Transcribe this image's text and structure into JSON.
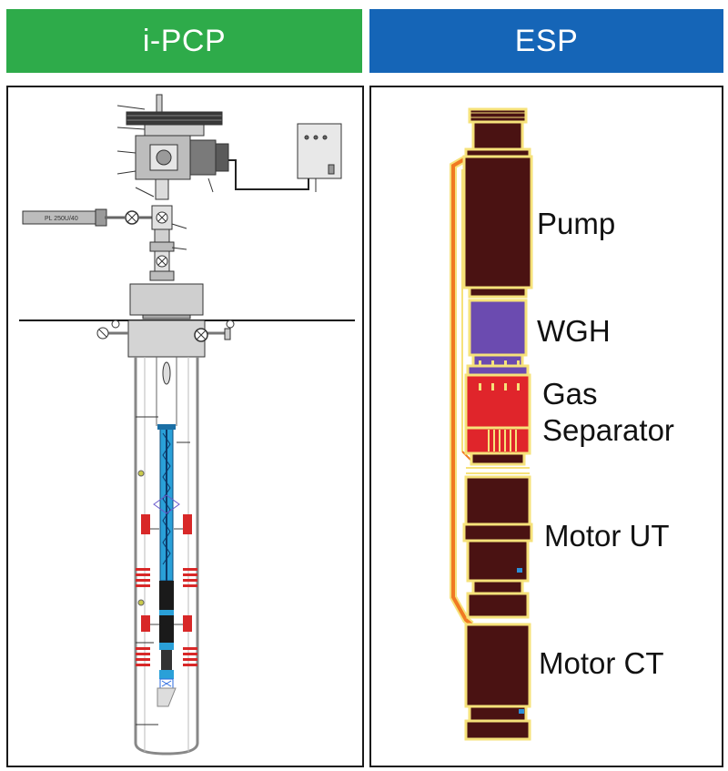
{
  "headers": {
    "left": {
      "label": "i-PCP",
      "color": "#2eab4a"
    },
    "right": {
      "label": "ESP",
      "color": "#1565b7"
    }
  },
  "ipcp": {
    "flowline_text": "PL 250U/40"
  },
  "esp": {
    "labels": {
      "pump": "Pump",
      "wgh": "WGH",
      "gas_separator_line1": "Gas",
      "gas_separator_line2": "Separator",
      "motor_ut": "Motor UT",
      "motor_ct": "Motor CT"
    },
    "colors": {
      "body": "#4a1212",
      "outline": "#f6e27a",
      "wgh": "#6b4bb0",
      "separator": "#e0252b",
      "cable": "#f07a22"
    }
  }
}
